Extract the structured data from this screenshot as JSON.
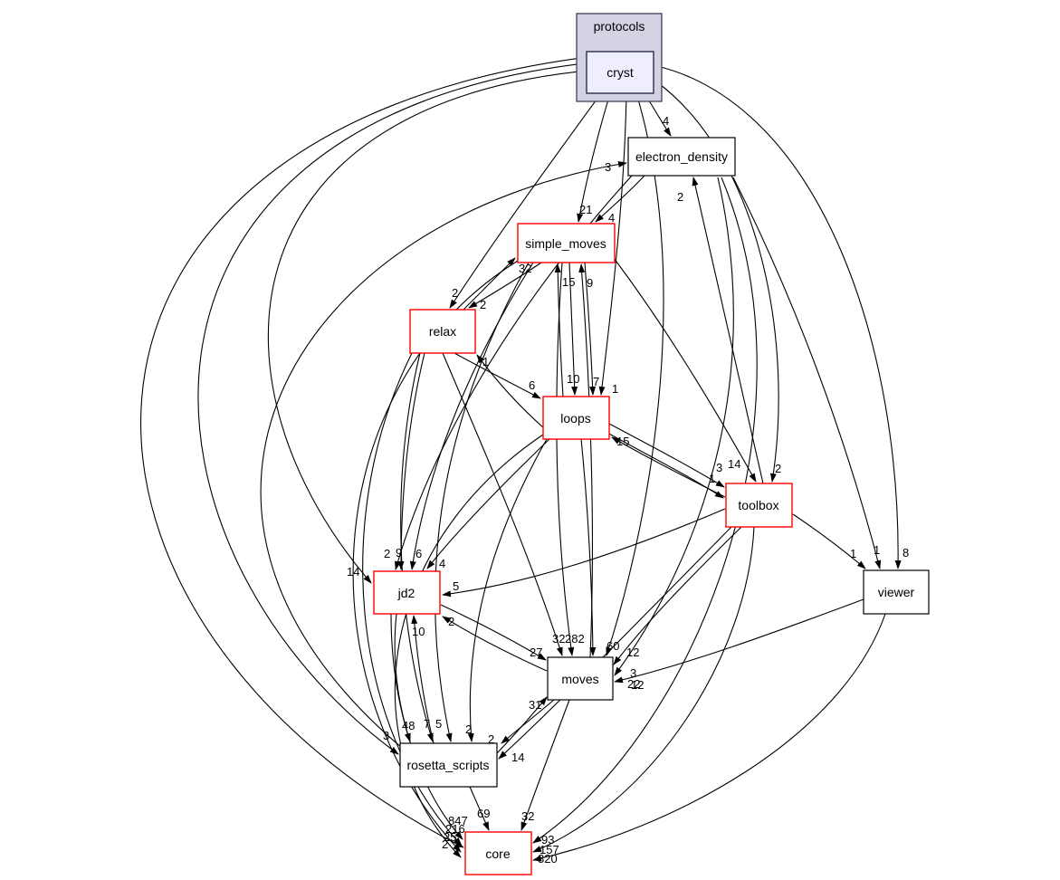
{
  "diagram": {
    "cluster_label": "protocols",
    "nodes": {
      "cryst": {
        "label": "cryst"
      },
      "electron_density": {
        "label": "electron_density"
      },
      "simple_moves": {
        "label": "simple_moves"
      },
      "relax": {
        "label": "relax"
      },
      "loops": {
        "label": "loops"
      },
      "toolbox": {
        "label": "toolbox"
      },
      "jd2": {
        "label": "jd2"
      },
      "viewer": {
        "label": "viewer"
      },
      "moves": {
        "label": "moves"
      },
      "rosetta_scripts": {
        "label": "rosetta_scripts"
      },
      "core": {
        "label": "core"
      }
    },
    "colors": {
      "red_node_border": "#ff0000",
      "black_node_border": "#000000",
      "cluster_fill": "#d2d2e2",
      "cluster_border": "#404058",
      "inner_node_fill": "#eeeeff",
      "edge": "#000000"
    },
    "edge_labels": [
      "4",
      "21",
      "4",
      "3",
      "2",
      "32",
      "2",
      "2",
      "10",
      "7",
      "15",
      "9",
      "1",
      "6",
      "1",
      "3",
      "1",
      "15",
      "14",
      "2",
      "8",
      "1",
      "1",
      "14",
      "3",
      "2",
      "9",
      "6",
      "4",
      "5",
      "2",
      "27",
      "10",
      "282",
      "32",
      "60",
      "12",
      "3",
      "22",
      "12",
      "31",
      "2",
      "5",
      "7",
      "48",
      "2",
      "14",
      "69",
      "32",
      "847",
      "216",
      "25",
      "2",
      "93",
      "157",
      "820"
    ]
  }
}
